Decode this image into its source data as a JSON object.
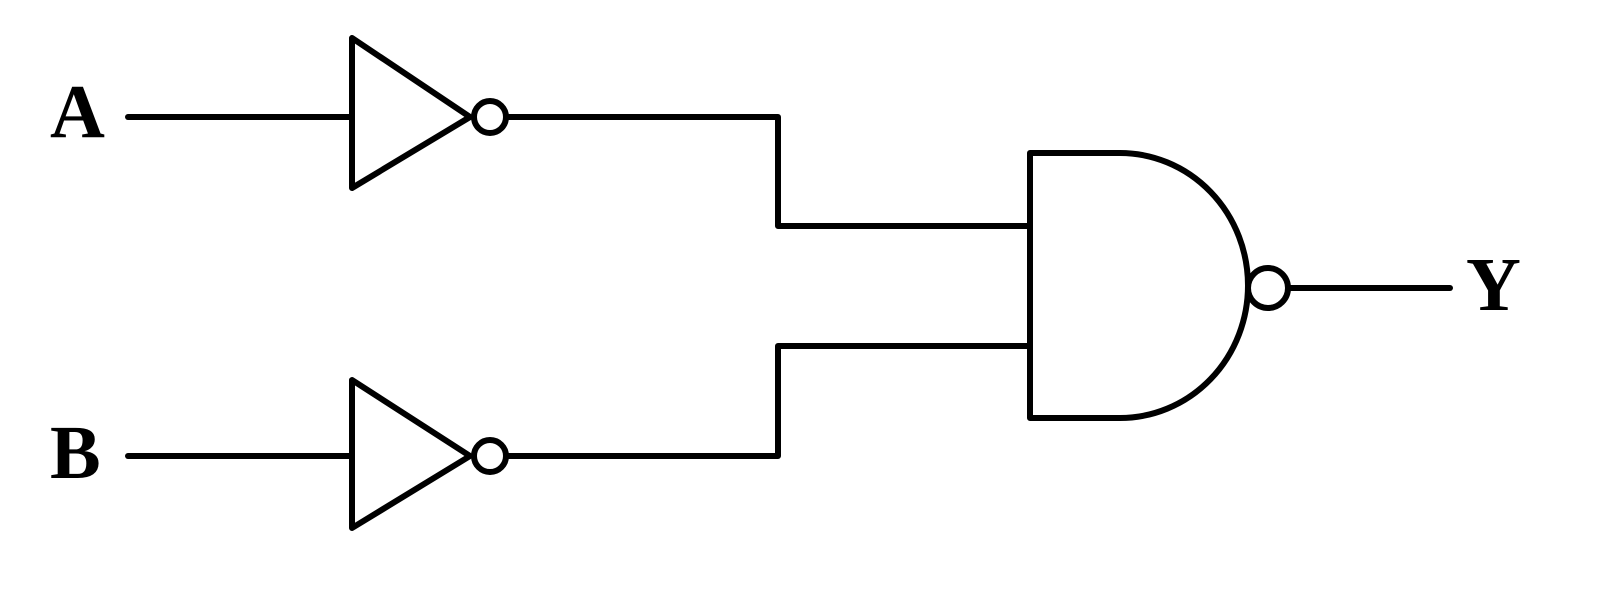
{
  "diagram": {
    "type": "logic-circuit",
    "inputs": [
      {
        "id": "A",
        "label": "A"
      },
      {
        "id": "B",
        "label": "B"
      }
    ],
    "output": {
      "id": "Y",
      "label": "Y"
    },
    "gates": [
      {
        "id": "not-a",
        "kind": "NOT",
        "input": "A"
      },
      {
        "id": "not-b",
        "kind": "NOT",
        "input": "B"
      },
      {
        "id": "nand-out",
        "kind": "NAND",
        "inputs": [
          "not-a",
          "not-b"
        ],
        "output": "Y"
      }
    ]
  }
}
